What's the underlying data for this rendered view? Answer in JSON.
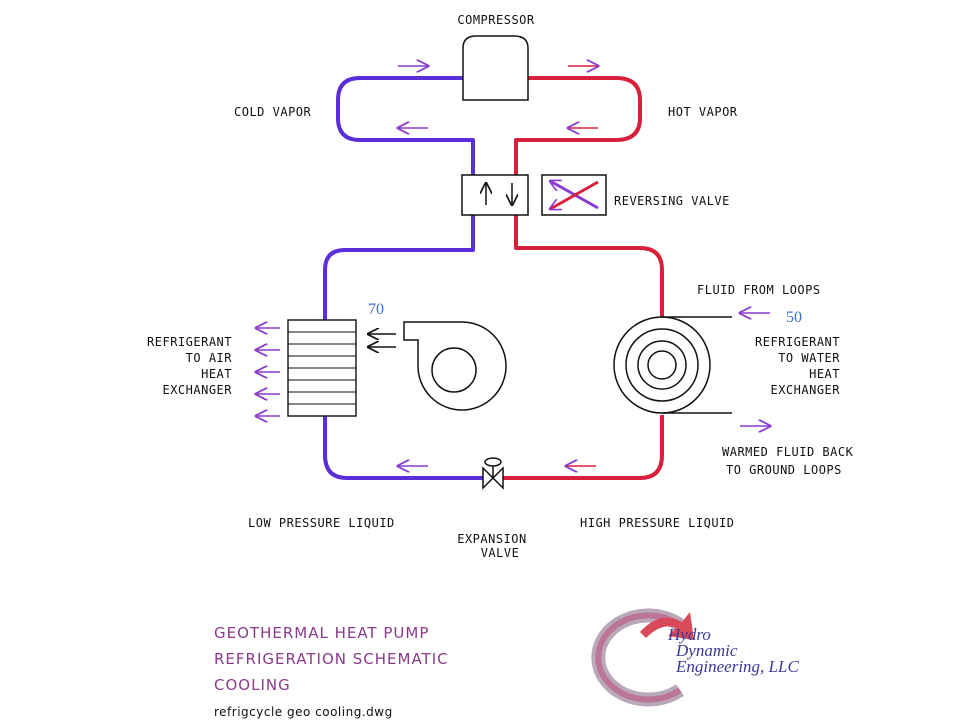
{
  "labels": {
    "compressor": "COMPRESSOR",
    "cold_vapor": "COLD VAPOR",
    "hot_vapor": "HOT VAPOR",
    "reversing_valve": "REVERSING VALVE",
    "fluid_from_loops": "FLUID FROM LOOPS",
    "air_hx": [
      "REFRIGERANT",
      "TO AIR",
      "HEAT",
      "EXCHANGER"
    ],
    "water_hx": [
      "REFRIGERANT",
      "TO WATER",
      "HEAT",
      "EXCHANGER"
    ],
    "warmed_fluid": [
      "WARMED FLUID BACK",
      "TO GROUND LOOPS"
    ],
    "low_pressure_liquid": "LOW PRESSURE LIQUID",
    "high_pressure_liquid": "HIGH PRESSURE LIQUID",
    "expansion_valve": [
      "EXPANSION",
      "VALVE"
    ]
  },
  "temps": {
    "air": "70",
    "water": "50"
  },
  "title_block": {
    "lines": [
      "GEOTHERMAL HEAT PUMP",
      "REFRIGERATION SCHEMATIC",
      "COOLING"
    ],
    "filename": "refrigcycle geo cooling.dwg"
  },
  "logo": {
    "lines": [
      "Hydro",
      "Dynamic",
      "Engineering, LLC"
    ]
  },
  "colors": {
    "cold": "#5a2ed8",
    "hot": "#d8203c",
    "arrow": "#8a3ad0",
    "title": "#8a3a8a",
    "temp": "#3b6fd6"
  }
}
